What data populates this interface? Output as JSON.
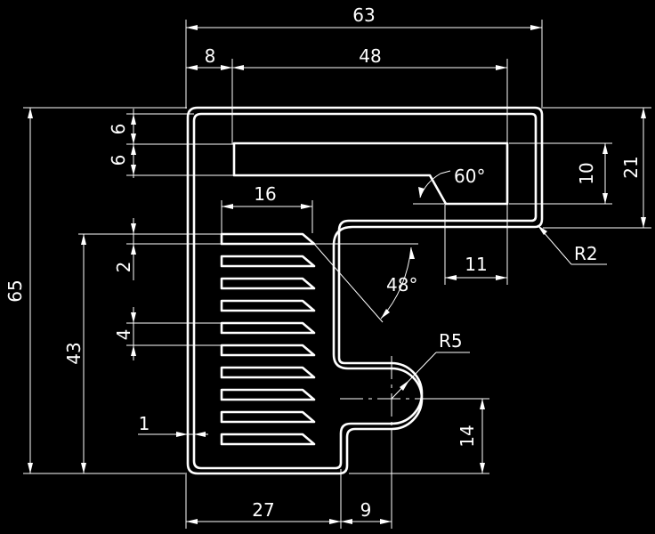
{
  "drawing": {
    "background": "#000000",
    "line_color": "#ffffff",
    "dimensions": {
      "width_63": "63",
      "width_8": "8",
      "width_48": "48",
      "height_6a": "6",
      "height_6b": "6",
      "width_16": "16",
      "angle_60": "60°",
      "height_10": "10",
      "height_21": "21",
      "radius_r2": "R2",
      "width_11": "11",
      "angle_48": "48°",
      "height_2": "2",
      "height_65": "65",
      "height_43": "43",
      "height_4": "4",
      "radius_r5": "R5",
      "width_1": "1",
      "height_14": "14",
      "width_27": "27",
      "width_9": "9"
    }
  }
}
